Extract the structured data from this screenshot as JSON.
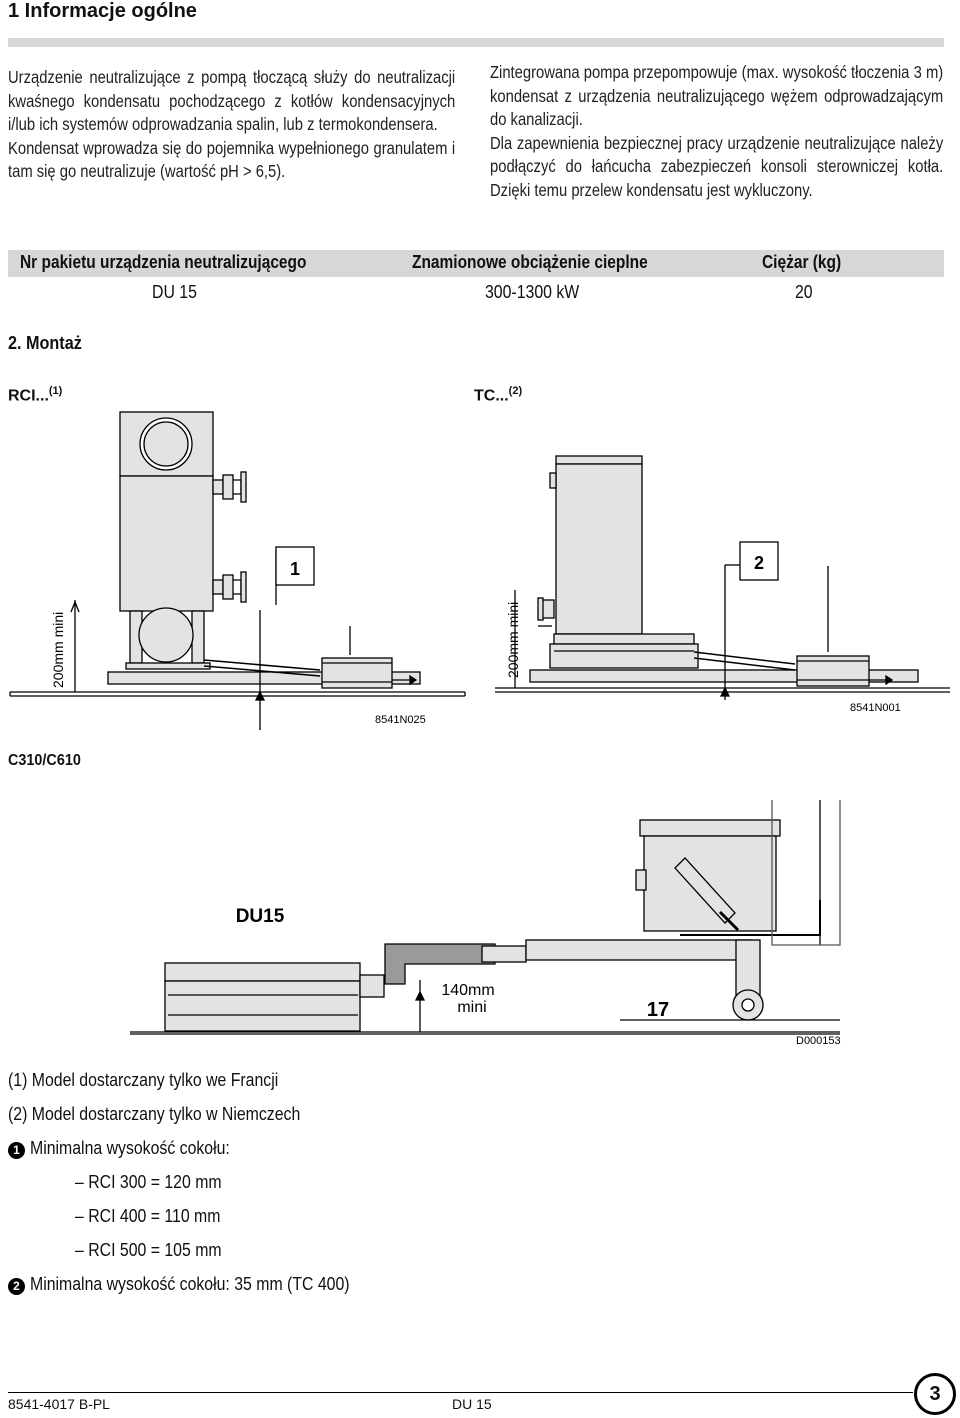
{
  "section": {
    "title": "1 Informacje ogólne"
  },
  "intro": {
    "left_p1": "Urządzenie neutralizujące z pompą tłoczącą służy do neutralizacji kwaśnego kondensatu pochodzącego z kotłów kondensacyjnych i/lub ich systemów odprowadzania spalin, lub z termokondensera.",
    "left_p2": "Kondensat wprowadza się do pojemnika wypełnionego granulatem i tam się go neutralizuje (wartość pH > 6,5).",
    "right_p1": "Zintegrowana pompa przepompowuje (max. wysokość tłoczenia 3 m) kondensat z urządzenia neutralizującego wężem odprowadzającym do kanalizacji.",
    "right_p2": "Dla zapewnienia bezpiecznej pracy urządzenie neutralizujące należy podłączyć do łańcucha zabezpieczeń konsoli sterowniczej kotła. Dzięki temu przelew kondensatu jest wykluczony."
  },
  "table": {
    "headers": [
      "Nr pakietu urządzenia neutralizującego",
      "Znamionowe obciążenie cieplne",
      "Ciężar (kg)"
    ],
    "row": [
      "DU 15",
      "300-1300 kW",
      "20"
    ]
  },
  "mount": {
    "title": "2. Montaż",
    "rci_label": "RCI...",
    "rci_sup": "(1)",
    "tc_label": "TC...",
    "tc_sup": "(2)",
    "marker1": "1",
    "marker2": "2",
    "dim_left": "200mm mini",
    "dim_right": "200mm mini",
    "code_left": "8541N025",
    "code_right": "8541N001",
    "c_label": "C310/C610",
    "du_label": "DU15",
    "dim_bottom_1": "140mm",
    "dim_bottom_2": "mini",
    "num_17": "17",
    "code_bottom": "D000153"
  },
  "notes": {
    "n1": "(1) Model dostarczany tylko we Francji",
    "n2": "(2) Model dostarczany tylko w Niemczech",
    "n3_mark": "1",
    "n3": "Minimalna wysokość cokołu:",
    "r1": "– RCI 300 = 120 mm",
    "r2": "– RCI 400 = 110 mm",
    "r3": "– RCI 500 = 105 mm",
    "n4_mark": "2",
    "n4": "Minimalna wysokość cokołu: 35 mm (TC 400)"
  },
  "footer": {
    "doc": "8541-4017 B-PL",
    "model": "DU 15",
    "page": "3"
  }
}
